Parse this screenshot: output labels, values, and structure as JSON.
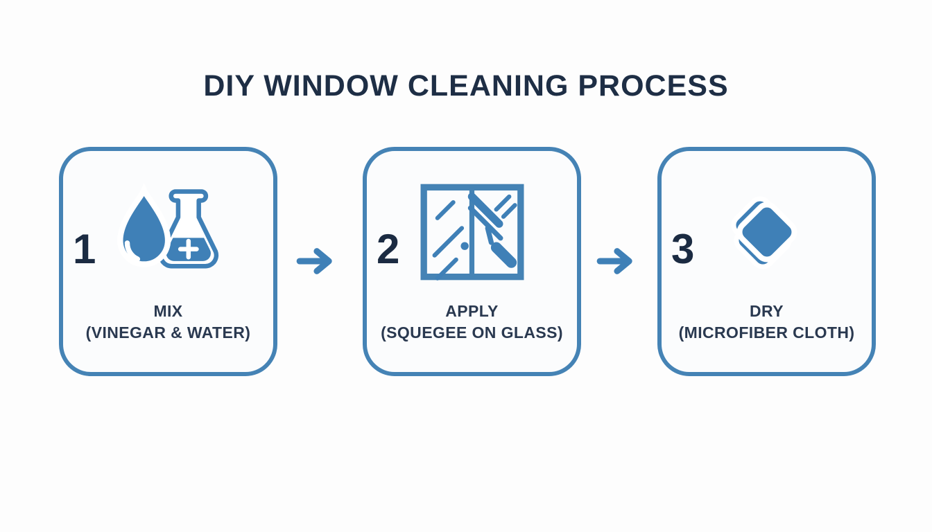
{
  "title": "DIY WINDOW CLEANING PROCESS",
  "colors": {
    "accent_blue": "#3f80b7",
    "border_blue": "#4583b5",
    "title_navy": "#1e2e45",
    "number_navy": "#1b2b42",
    "label_navy": "#2a3950",
    "card_background": "#fbfcfd",
    "page_background": "#fdfdfd"
  },
  "steps": [
    {
      "number": "1",
      "label": "MIX",
      "sublabel": "(VINEGAR & WATER)",
      "icon": "droplet-flask-icon"
    },
    {
      "number": "2",
      "label": "APPLY",
      "sublabel": "(SQUEGEE ON GLASS)",
      "icon": "window-squeegee-icon"
    },
    {
      "number": "3",
      "label": "DRY",
      "sublabel": "(MICROFIBER CLOTH)",
      "icon": "microfiber-cloth-icon"
    }
  ],
  "arrows": [
    {
      "icon": "right-arrow-icon"
    },
    {
      "icon": "right-arrow-icon"
    }
  ]
}
